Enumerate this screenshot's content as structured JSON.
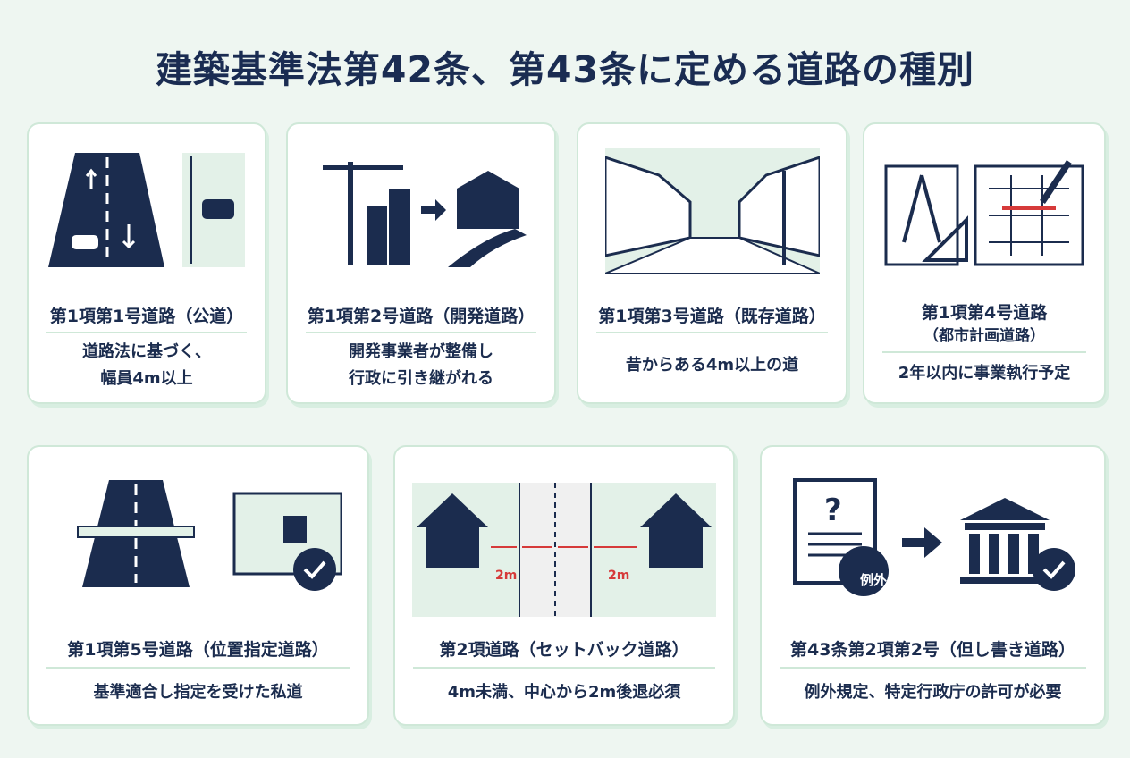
{
  "title": "建築基準法第42条、第43条に定める道路の種別",
  "cards": [
    {
      "title": "第1項第1号道路（公道）",
      "desc": [
        "道路法に基づく、",
        "幅員4m以上"
      ]
    },
    {
      "title": "第1項第2号道路（開発道路）",
      "desc": [
        "開発事業者が整備し",
        "行政に引き継がれる"
      ]
    },
    {
      "title": "第1項第3号道路（既存道路）",
      "desc": [
        "昔からある4m以上の道"
      ]
    },
    {
      "title": "第1項第4号道路",
      "title2": "（都市計画道路）",
      "desc": [
        "2年以内に事業執行予定"
      ]
    },
    {
      "title": "第1項第5号道路（位置指定道路）",
      "desc": [
        "基準適合し指定を受けた私道"
      ]
    },
    {
      "title": "第2項道路（セットバック道路）",
      "desc": [
        "4m未満、中心から2m後退必須"
      ],
      "labels": [
        "2m",
        "2m"
      ]
    },
    {
      "title": "第43条第2項第2号（但し書き道路）",
      "desc": [
        "例外規定、特定行政庁の許可が必要"
      ],
      "stamp": "例外"
    }
  ],
  "colors": {
    "navy": "#1b2c4e",
    "accent": "#d63a3a",
    "mint": "#e3f1e8"
  }
}
